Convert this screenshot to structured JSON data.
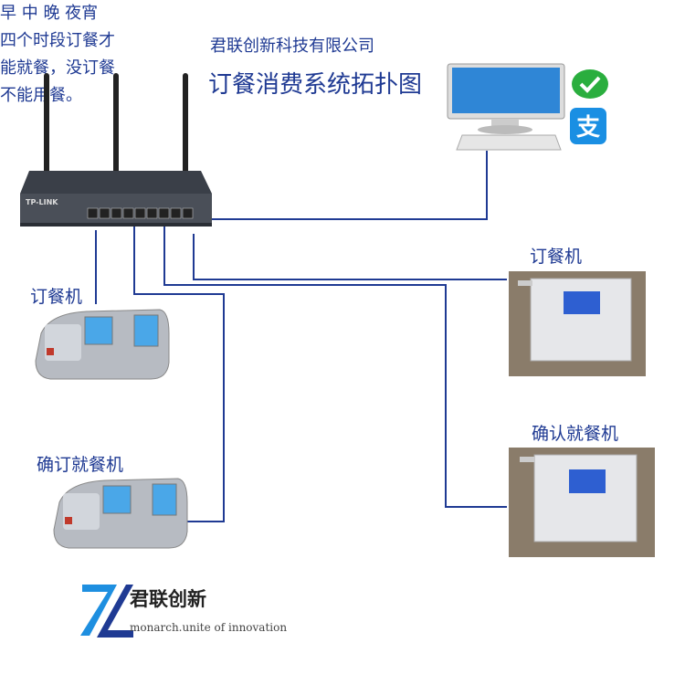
{
  "header": {
    "company": "君联创新科技有限公司",
    "title": "订餐消费系统拓扑图"
  },
  "router": {
    "brand": "TP-LINK"
  },
  "devices": {
    "left_top_label": "订餐机",
    "left_bottom_label": "确订就餐机",
    "right_top_label": "订餐机",
    "right_bottom_label": "确认就餐机"
  },
  "note": {
    "lines": [
      "早 中 晚 夜宵",
      "四个时段订餐才",
      "能就餐，没订餐",
      "不能用餐。"
    ]
  },
  "payment_icons": [
    "wechat-pay-icon",
    "alipay-icon"
  ],
  "logo": {
    "name": "君联创新",
    "slogan": "monarch.unite of innovation"
  },
  "colors": {
    "line": "#1f3a93",
    "text": "#1f3a93",
    "logo_blue": "#1e8fe0"
  }
}
